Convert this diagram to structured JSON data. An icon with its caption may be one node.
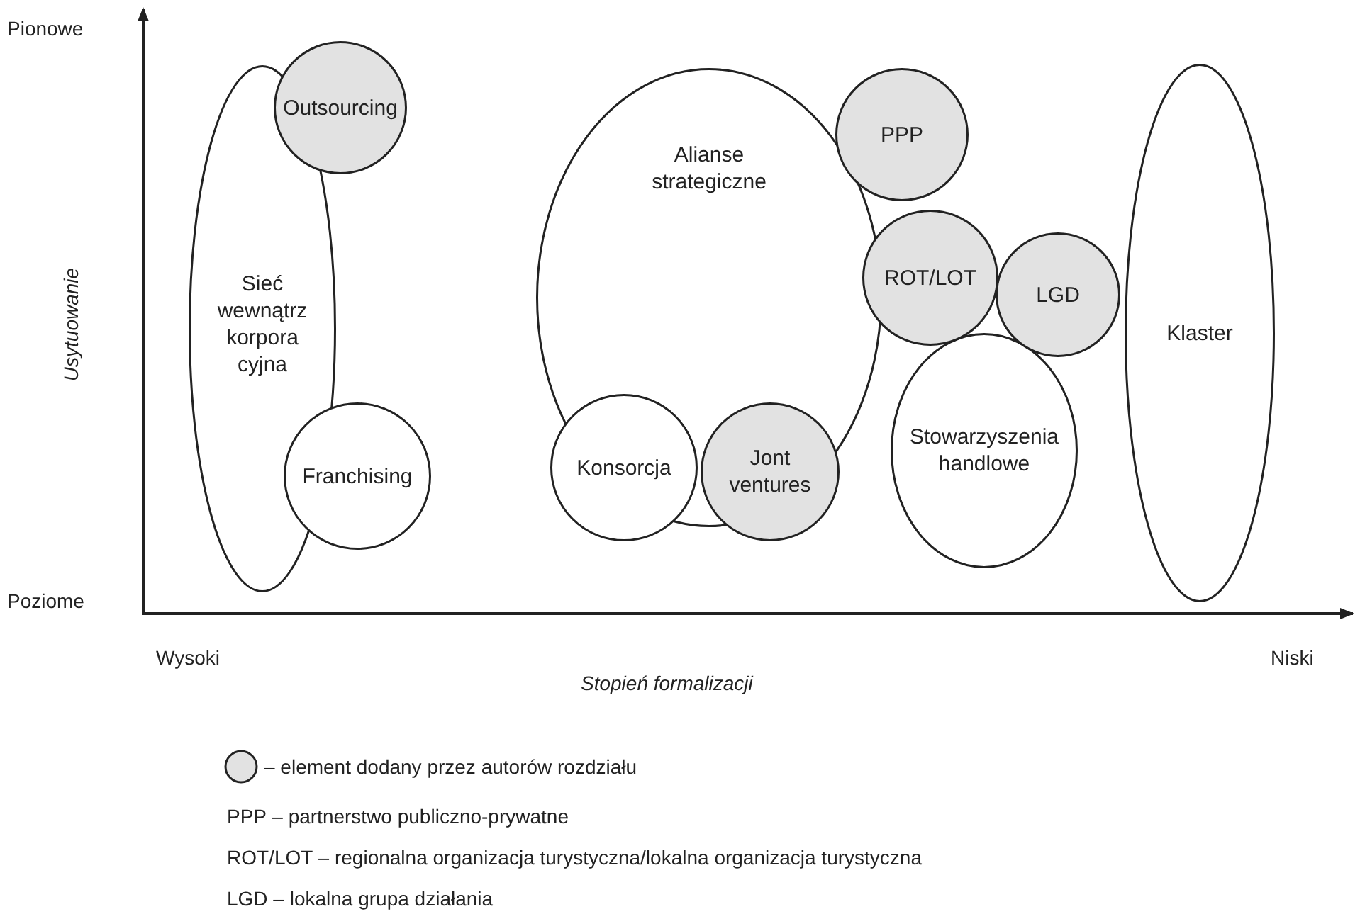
{
  "diagram": {
    "nodes": [
      {
        "text": [
          "Sieć wewnątrz korpora cyjna"
        ]
      },
      {
        "text": [
          "Outsourcing"
        ]
      },
      {
        "text": [
          "Franchising"
        ]
      },
      {
        "text": [
          "Alianse strategiczne"
        ]
      },
      {
        "text": [
          "Konsorcja"
        ]
      },
      {
        "text": [
          "Jont ventures"
        ]
      },
      {
        "text": [
          "PPP"
        ]
      },
      {
        "text": [
          "ROT/LOT"
        ]
      },
      {
        "text": [
          "LGD"
        ]
      },
      {
        "text": [
          "Stowarzyszenia handlowe"
        ]
      },
      {
        "text": [
          "Klaster"
        ]
      }
    ],
    "edges": [],
    "labels": [
      "Pionowe",
      "Usytuowanie",
      "Poziome",
      "Wysoki",
      "Stopień formalizacji",
      "Niski",
      "PPP – partnerstwo publiczno-prywatne",
      "ROT/LOT – regionalna organizacja turystyczna/lokalna organizacja turystyczna",
      "LGD – lokalna grupa działania"
    ],
    "legend": [
      {
        "text": "– element dodany przez autorów rozdziału",
        "color": "#e2e2e2"
      }
    ]
  }
}
